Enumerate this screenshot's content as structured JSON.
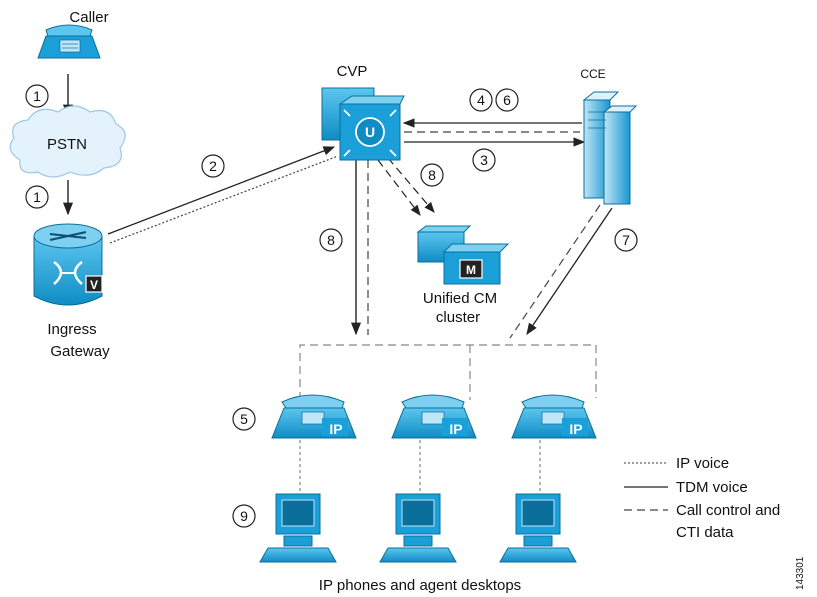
{
  "labels": {
    "caller": "Caller",
    "pstn": "PSTN",
    "cvp": "CVP",
    "cce": "CCE",
    "ingress_gateway_line1": "Ingress",
    "ingress_gateway_line2": "Gateway",
    "unified_cm_line1": "Unified CM",
    "unified_cm_line2": "cluster",
    "ip_phone_tag": "IP",
    "gateway_tag": "V",
    "cm_tag": "M",
    "cvp_tag": "U",
    "footer": "IP phones and agent desktops",
    "figure_id": "143301"
  },
  "steps": {
    "s1a": "1",
    "s1b": "1",
    "s2": "2",
    "s3": "3",
    "s4": "4",
    "s6": "6",
    "s5": "5",
    "s7": "7",
    "s8a": "8",
    "s8b": "8",
    "s9": "9"
  },
  "legend": {
    "ip_voice": "IP voice",
    "tdm_voice": "TDM voice",
    "call_control_line1": "Call control and",
    "call_control_line2": "CTI data"
  },
  "colors": {
    "device_blue": "#1a9fd8",
    "device_dark": "#0b6f9c",
    "device_light": "#7fd0f0",
    "cloud_fill": "#dbeefa",
    "line_gray": "#888888"
  }
}
